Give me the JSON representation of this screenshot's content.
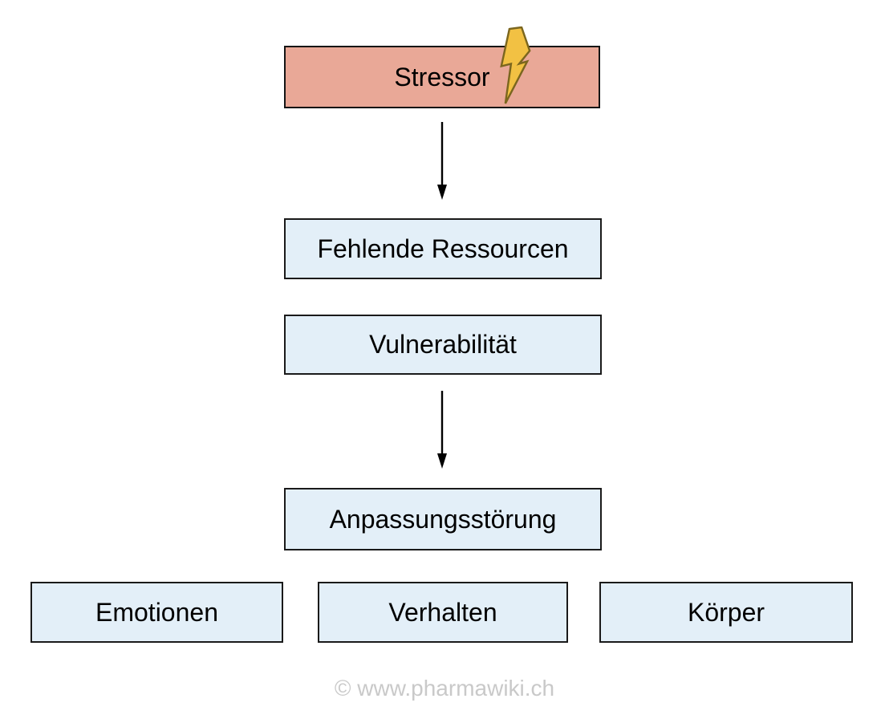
{
  "diagram": {
    "nodes": {
      "stressor": {
        "label": "Stressor"
      },
      "missing_resources": {
        "label": "Fehlende Ressourcen"
      },
      "vulnerability": {
        "label": "Vulnerabilität"
      },
      "adjustment_disorder": {
        "label": "Anpassungsstörung"
      },
      "emotions": {
        "label": "Emotionen"
      },
      "behavior": {
        "label": "Verhalten"
      },
      "body": {
        "label": "Körper"
      }
    },
    "edges": [
      {
        "from": "stressor",
        "to": "missing_resources",
        "style": "arrow-down"
      },
      {
        "from": "vulnerability",
        "to": "adjustment_disorder",
        "style": "arrow-down"
      }
    ],
    "icons": {
      "lightning": "lightning-bolt-icon"
    },
    "colors": {
      "stressor_fill": "#e9a897",
      "node_fill": "#e3eff8",
      "node_border": "#1a1a1a",
      "arrow": "#000000",
      "bolt_fill": "#f2c143",
      "bolt_stroke": "#7b661e",
      "watermark": "#c9c9c9",
      "background": "#ffffff"
    },
    "watermark": {
      "text": "© www.pharmawiki.ch"
    }
  }
}
